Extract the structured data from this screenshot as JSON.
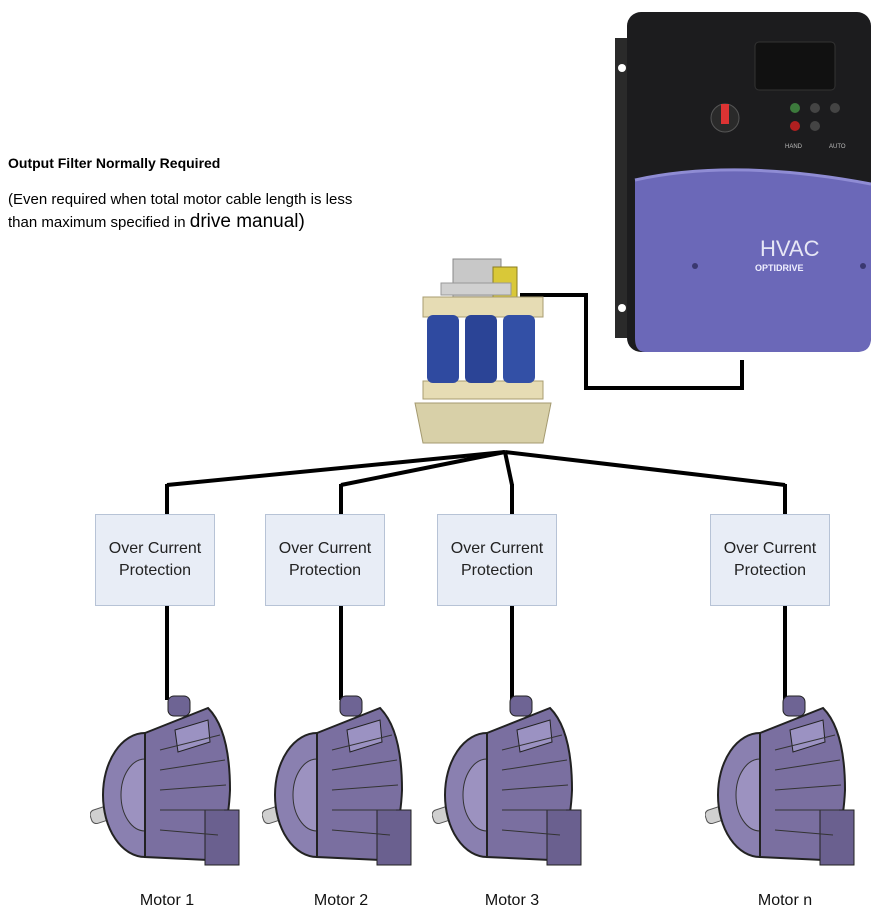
{
  "filter_note": {
    "heading": "Output Filter Normally Required",
    "line1": "(Even required when total motor cable length is less",
    "line2_a": "than maximum specified in ",
    "line2_b": "drive manual)"
  },
  "drive": {
    "brand": "HVAC",
    "product": "OPTIDRIVE",
    "button_left": "HAND",
    "button_right": "AUTO"
  },
  "protection_boxes": [
    {
      "label": "Over Current Protection"
    },
    {
      "label": "Over Current Protection"
    },
    {
      "label": "Over Current Protection"
    },
    {
      "label": "Over Current Protection"
    }
  ],
  "motors": [
    {
      "label": "Motor 1"
    },
    {
      "label": "Motor 2"
    },
    {
      "label": "Motor 3"
    },
    {
      "label": "Motor n"
    }
  ],
  "colors": {
    "drive_body": "#1c1c1e",
    "drive_panel": "#6b68b8",
    "protection_fill": "#e8edf6",
    "motor_body": "#7a6fa0",
    "wire": "#000000"
  }
}
